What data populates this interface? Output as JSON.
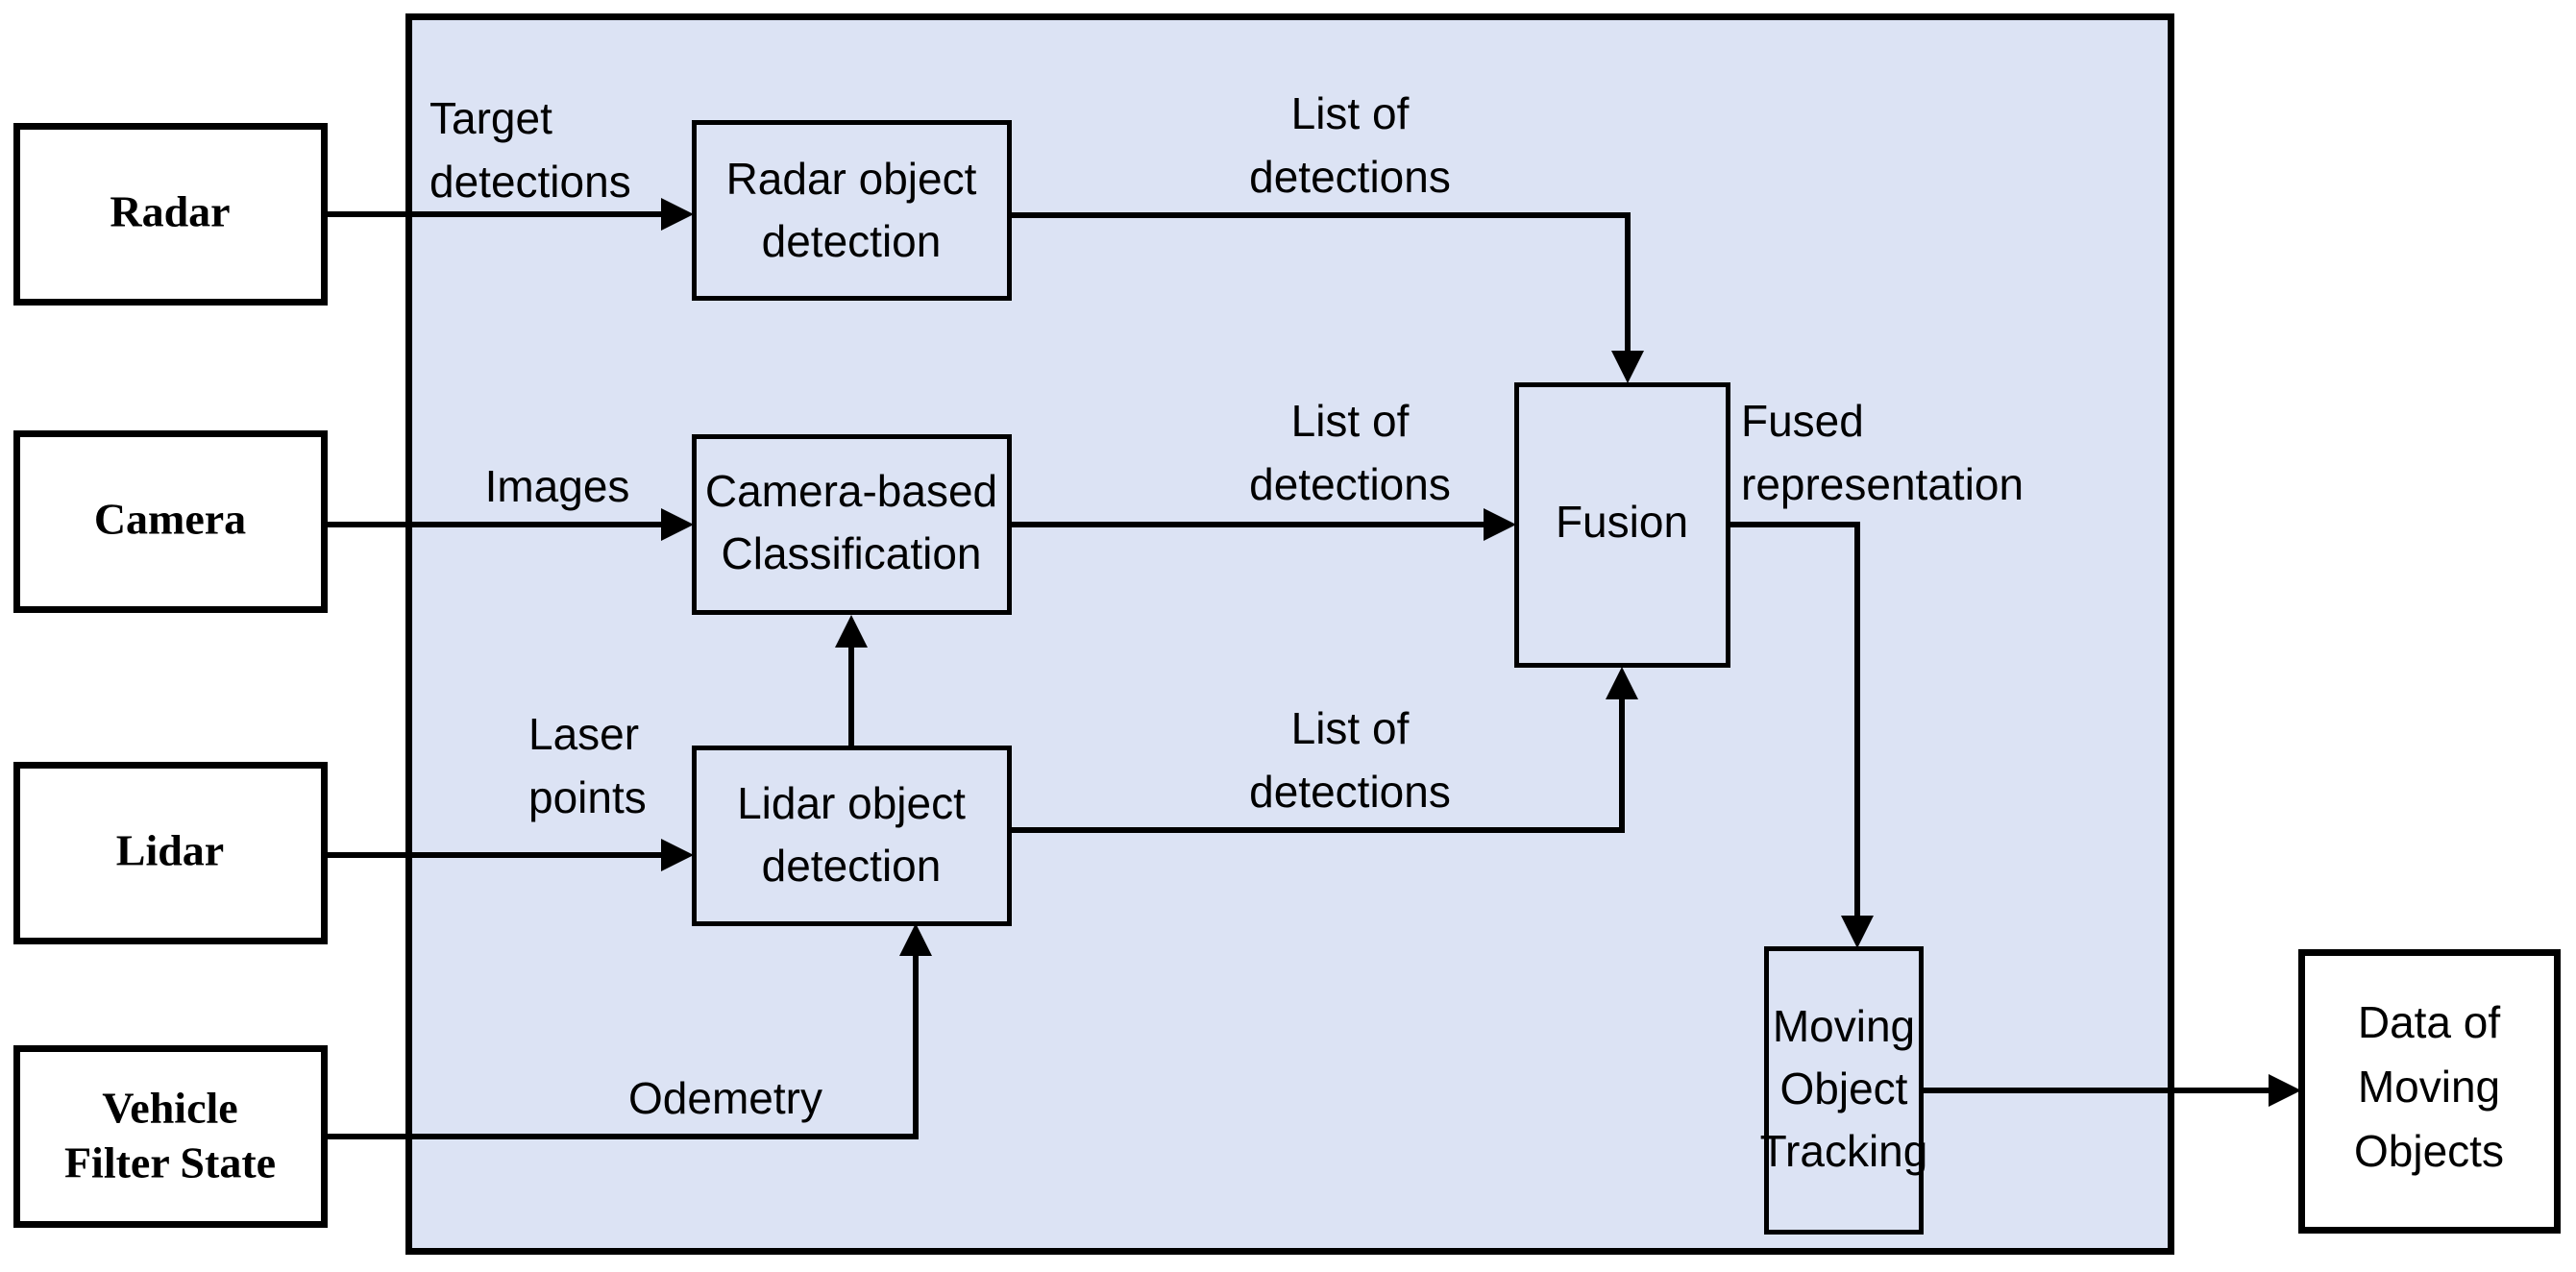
{
  "diagram": {
    "title": "Sensor fusion and moving object tracking pipeline",
    "panel": {
      "name": "processing-panel",
      "fill_color": "#dce3f4",
      "stroke_color": "#000000"
    },
    "sensors": [
      {
        "id": "radar",
        "label": "Radar"
      },
      {
        "id": "camera",
        "label": "Camera"
      },
      {
        "id": "lidar",
        "label": "Lidar"
      },
      {
        "id": "vehicle",
        "label_line1": "Vehicle",
        "label_line2": "Filter State"
      }
    ],
    "processes": [
      {
        "id": "radar-object-detection",
        "label_line1": "Radar object",
        "label_line2": "detection"
      },
      {
        "id": "camera-based-classification",
        "label_line1": "Camera-based",
        "label_line2": "Classification"
      },
      {
        "id": "lidar-object-detection",
        "label_line1": "Lidar object",
        "label_line2": "detection"
      },
      {
        "id": "fusion",
        "label_line1": "Fusion"
      },
      {
        "id": "moving-object-tracking",
        "label_line1": "Moving",
        "label_line2": "Object",
        "label_line3": "Tracking"
      }
    ],
    "outputs": [
      {
        "id": "data-of-moving-objects",
        "label_line1": "Data of",
        "label_line2": "Moving",
        "label_line3": "Objects"
      }
    ],
    "edge_labels": {
      "radar_to_detection_l1": "Target",
      "radar_to_detection_l2": "detections",
      "camera_to_classification": "Images",
      "lidar_to_detection_l1": "Laser",
      "lidar_to_detection_l2": "points",
      "vehicle_to_lidar": "Odemetry",
      "radar_det_to_fusion_l1": "List of",
      "radar_det_to_fusion_l2": "detections",
      "camera_cls_to_fusion_l1": "List of",
      "camera_cls_to_fusion_l2": "detections",
      "lidar_det_to_fusion_l1": "List of",
      "lidar_det_to_fusion_l2": "detections",
      "fusion_to_tracking_l1": "Fused",
      "fusion_to_tracking_l2": "representation"
    }
  }
}
